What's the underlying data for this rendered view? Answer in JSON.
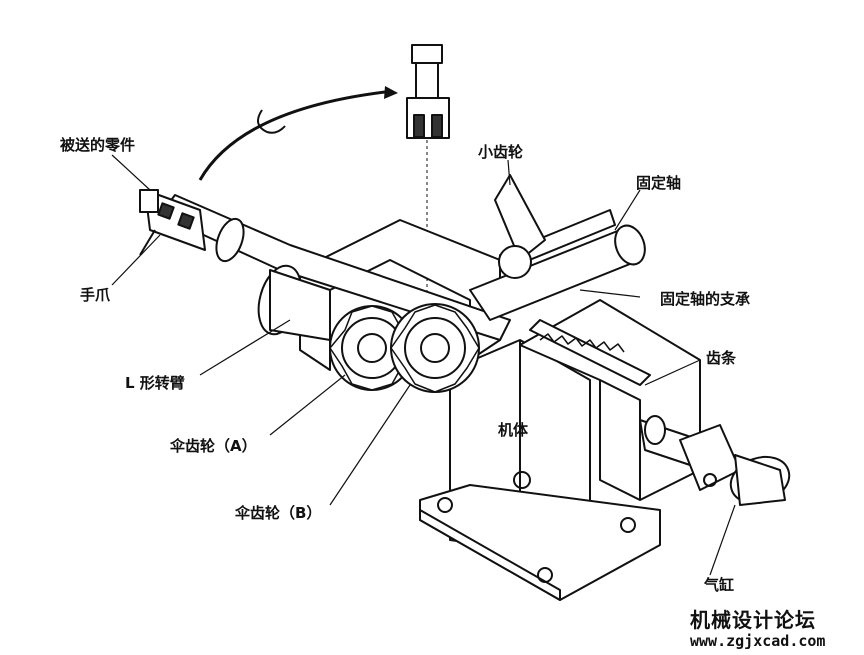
{
  "labels": {
    "workpiece": "被送的零件",
    "gripper": "手爪",
    "l_arm": "L 形转臂",
    "bevel_a": "伞齿轮（A）",
    "bevel_b": "伞齿轮（B）",
    "small_gear": "小齿轮",
    "fixed_shaft": "固定轴",
    "shaft_support": "固定轴的支承",
    "rack": "齿条",
    "frame": "机体",
    "cylinder": "气缸"
  },
  "watermark": {
    "title": "机械设计论坛",
    "url": "www.zgjxcad.com"
  }
}
